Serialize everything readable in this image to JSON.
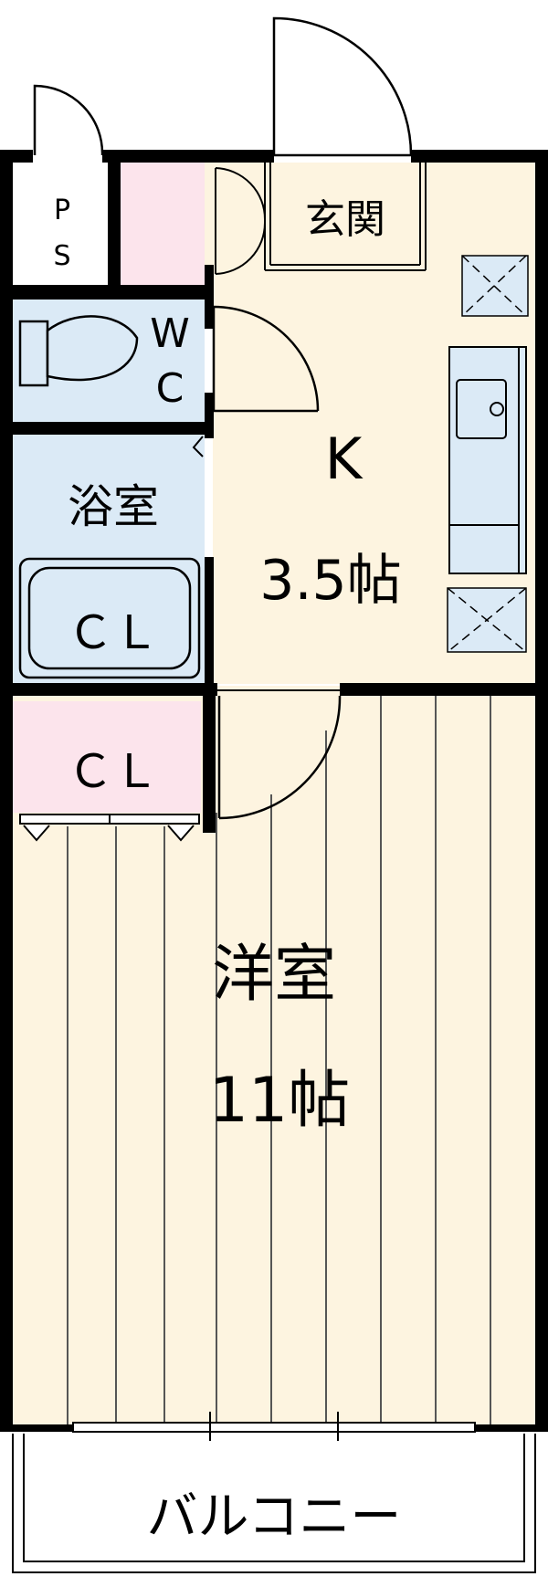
{
  "rooms": {
    "ps": {
      "line1": "P",
      "line2": "S"
    },
    "entrance": {
      "label": "玄関"
    },
    "wc": {
      "line1": "W",
      "line2": "C"
    },
    "bath": {
      "label": "浴室"
    },
    "bath_closet": {
      "label": "ＣＬ"
    },
    "kitchen": {
      "label": "K",
      "size": "3.5帖"
    },
    "closet": {
      "label": "ＣＬ"
    },
    "western_room": {
      "label": "洋室",
      "size": "11帖"
    },
    "balcony": {
      "label": "バルコニー"
    }
  },
  "colors": {
    "floor": "#fdf4e0",
    "wet_area": "#dbeaf6",
    "storage": "#fce4ec",
    "wall": "#000000",
    "floor_line": "#555555"
  }
}
